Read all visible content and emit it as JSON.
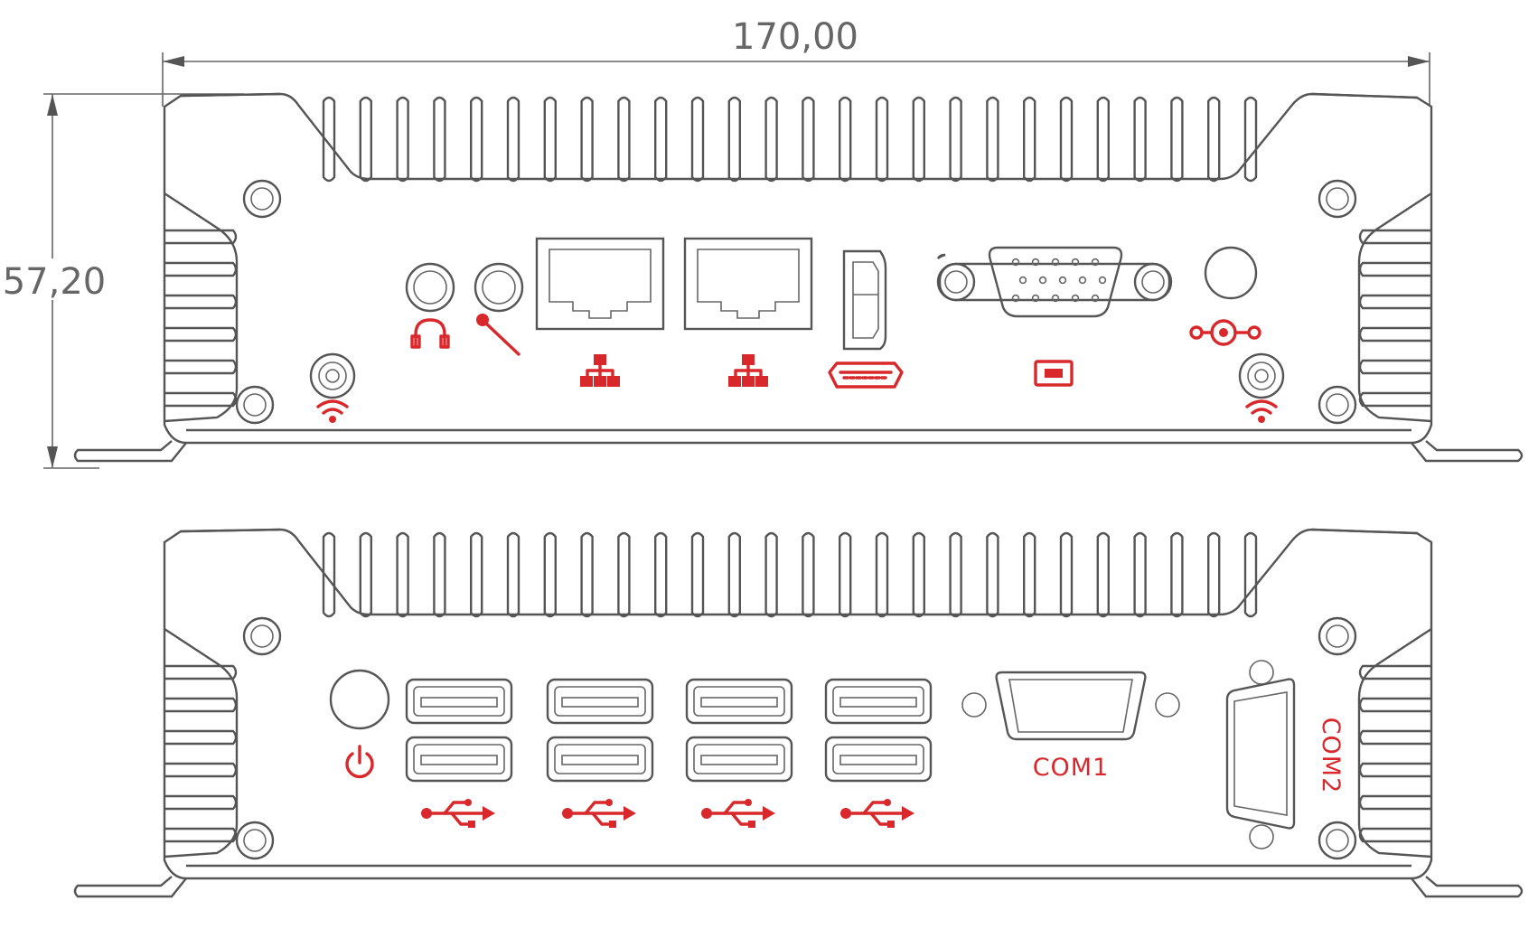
{
  "dimensions": {
    "width": "170,00",
    "height": "57,20"
  },
  "rear_panel": {
    "ports": [
      "wifi-antenna",
      "headphone-jack",
      "microphone-jack",
      "lan-port",
      "lan-port",
      "hdmi-port",
      "vga-port",
      "dc-power-input",
      "wifi-antenna"
    ]
  },
  "front_panel": {
    "ports": [
      "power-button",
      "usb-port",
      "usb-port",
      "usb-port",
      "usb-port",
      "usb-port",
      "usb-port",
      "usb-port",
      "usb-port",
      "com-port",
      "com-port"
    ],
    "com1_label": "COM1",
    "com2_label": "COM2"
  },
  "colors": {
    "line": "#555555",
    "accent": "#d8282c"
  }
}
